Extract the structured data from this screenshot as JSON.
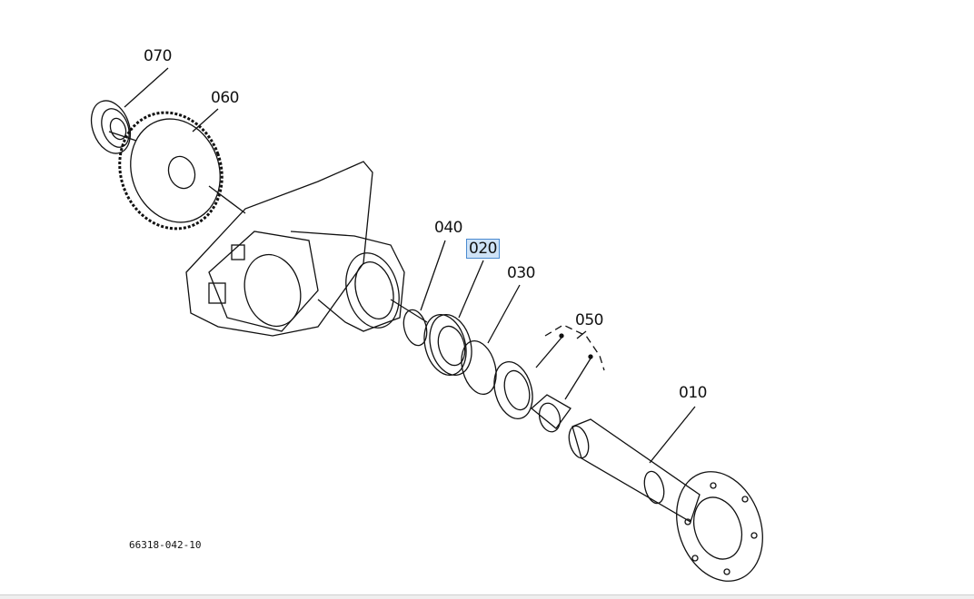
{
  "diagram": {
    "callouts": [
      {
        "id": "070",
        "label": "070",
        "selected": false
      },
      {
        "id": "060",
        "label": "060",
        "selected": false
      },
      {
        "id": "040",
        "label": "040",
        "selected": false
      },
      {
        "id": "020",
        "label": "020",
        "selected": true
      },
      {
        "id": "030",
        "label": "030",
        "selected": false
      },
      {
        "id": "050",
        "label": "050",
        "selected": false
      },
      {
        "id": "010",
        "label": "010",
        "selected": false
      }
    ],
    "drawing_number": "66318-042-10",
    "highlight_color": "#cfe3f7"
  }
}
